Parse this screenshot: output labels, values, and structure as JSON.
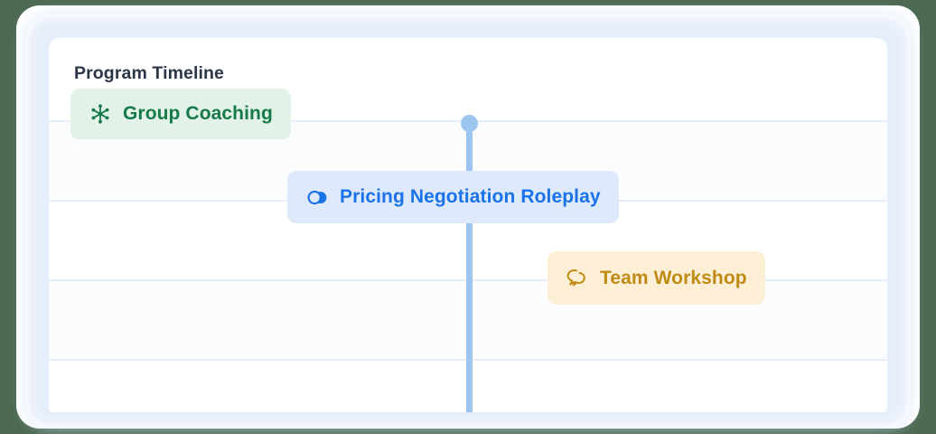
{
  "theme": {
    "page_background": "#4d6a52",
    "card_background": "#ffffff",
    "divider": "#e7eefb",
    "timeline_accent": "#9cc5f0",
    "title_color": "#2b3646"
  },
  "card": {
    "title": "Program Timeline"
  },
  "timeline": {
    "marker_name": "current-time-marker",
    "accent_color": "#9cc5f0"
  },
  "rows": [
    {
      "name": "timeline-row-1"
    },
    {
      "name": "timeline-row-2"
    },
    {
      "name": "timeline-row-3"
    },
    {
      "name": "timeline-row-4"
    }
  ],
  "events": [
    {
      "label": "Group Coaching",
      "icon": "hub-spokes-icon",
      "background": "#e2f2e8",
      "text_color": "#16794a",
      "row": 1
    },
    {
      "label": "Pricing Negotiation Roleplay",
      "icon": "overlapping-circles-icon",
      "background": "#dee9fb",
      "text_color": "#1a73e8",
      "row": 2
    },
    {
      "label": "Team Workshop",
      "icon": "speech-bubbles-icon",
      "background": "#fcefd6",
      "text_color": "#c08b15",
      "row": 3
    }
  ]
}
